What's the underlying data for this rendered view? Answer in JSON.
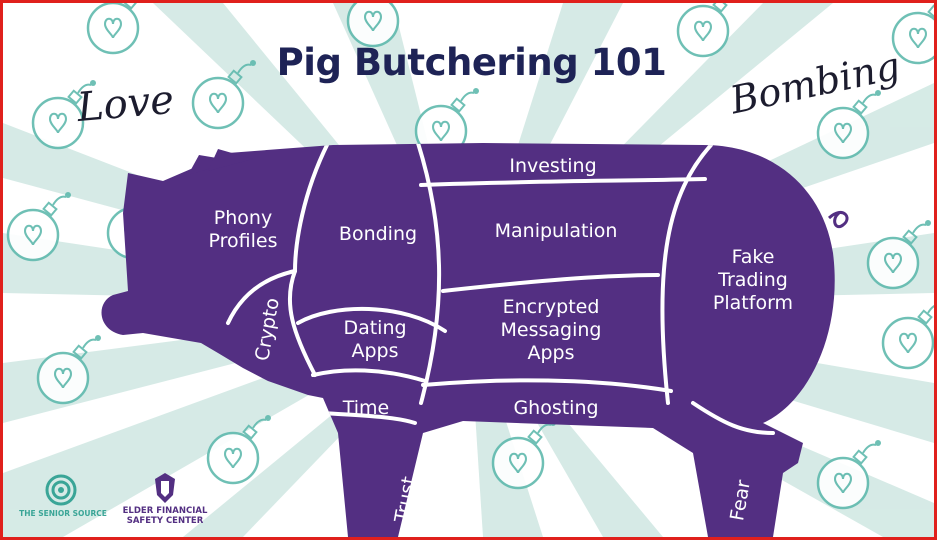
{
  "title": "Pig Butchering 101",
  "love_label": "Love",
  "bombing_label": "Bombing",
  "cuts": {
    "phony_profiles": [
      "Phony",
      "Profiles"
    ],
    "bonding": "Bonding",
    "investing": "Investing",
    "manipulation": "Manipulation",
    "fake_trading_platform": [
      "Fake",
      "Trading",
      "Platform"
    ],
    "crypto": "Crypto",
    "dating_apps": [
      "Dating",
      "Apps"
    ],
    "encrypted_messaging_apps": [
      "Encrypted",
      "Messaging",
      "Apps"
    ],
    "time": "Time",
    "ghosting": "Ghosting",
    "trust": "Trust",
    "fear": "Fear"
  },
  "logos": {
    "senior_source": "THE SENIOR SOURCE",
    "elder_financial": [
      "ELDER FINANCIAL",
      "SAFETY CENTER"
    ]
  },
  "colors": {
    "pig": "#532f82",
    "title": "#1e2356",
    "burst": "#cfe7e2",
    "bomb": "#5fb9ad",
    "border": "#e0201c"
  },
  "icons": [
    "bomb-heart-icon"
  ]
}
